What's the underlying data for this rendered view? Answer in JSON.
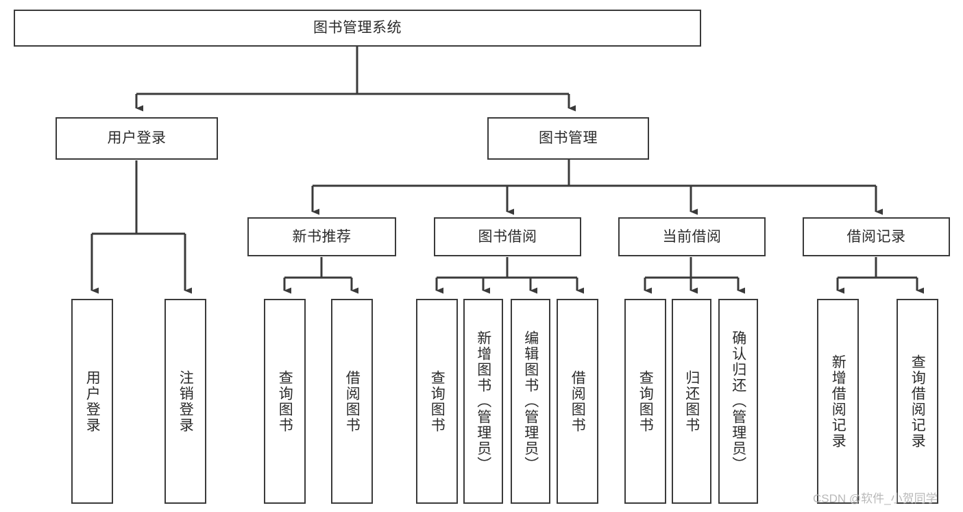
{
  "diagram": {
    "title": "图书管理系统",
    "type": "tree-hierarchy-diagram",
    "style": {
      "box_border_color": "#3a3a3a",
      "box_fill_color": "#ffffff",
      "line_color": "#3a3a3a",
      "text_color": "#2b2b2b",
      "background": "#ffffff",
      "watermark_color": "#b9b9b9"
    },
    "root": {
      "label": "图书管理系统"
    },
    "level2": [
      {
        "label": "用户登录"
      },
      {
        "label": "图书管理"
      }
    ],
    "level3": [
      {
        "label": "新书推荐"
      },
      {
        "label": "图书借阅"
      },
      {
        "label": "当前借阅"
      },
      {
        "label": "借阅记录"
      }
    ],
    "leaves": {
      "user_login": [
        {
          "label": "用户登录"
        },
        {
          "label": "注销登录"
        }
      ],
      "new_book_recommend": [
        {
          "label": "查询图书"
        },
        {
          "label": "借阅图书"
        }
      ],
      "book_borrow": [
        {
          "label": "查询图书"
        },
        {
          "label": "新增图书（管理员）"
        },
        {
          "label": "编辑图书（管理员）"
        },
        {
          "label": "借阅图书"
        }
      ],
      "current_borrow": [
        {
          "label": "查询图书"
        },
        {
          "label": "归还图书"
        },
        {
          "label": "确认归还（管理员）"
        }
      ],
      "borrow_record": [
        {
          "label": "新增借阅记录"
        },
        {
          "label": "查询借阅记录"
        }
      ]
    }
  },
  "watermark": {
    "text": "CSDN @软件_小贺同学"
  }
}
